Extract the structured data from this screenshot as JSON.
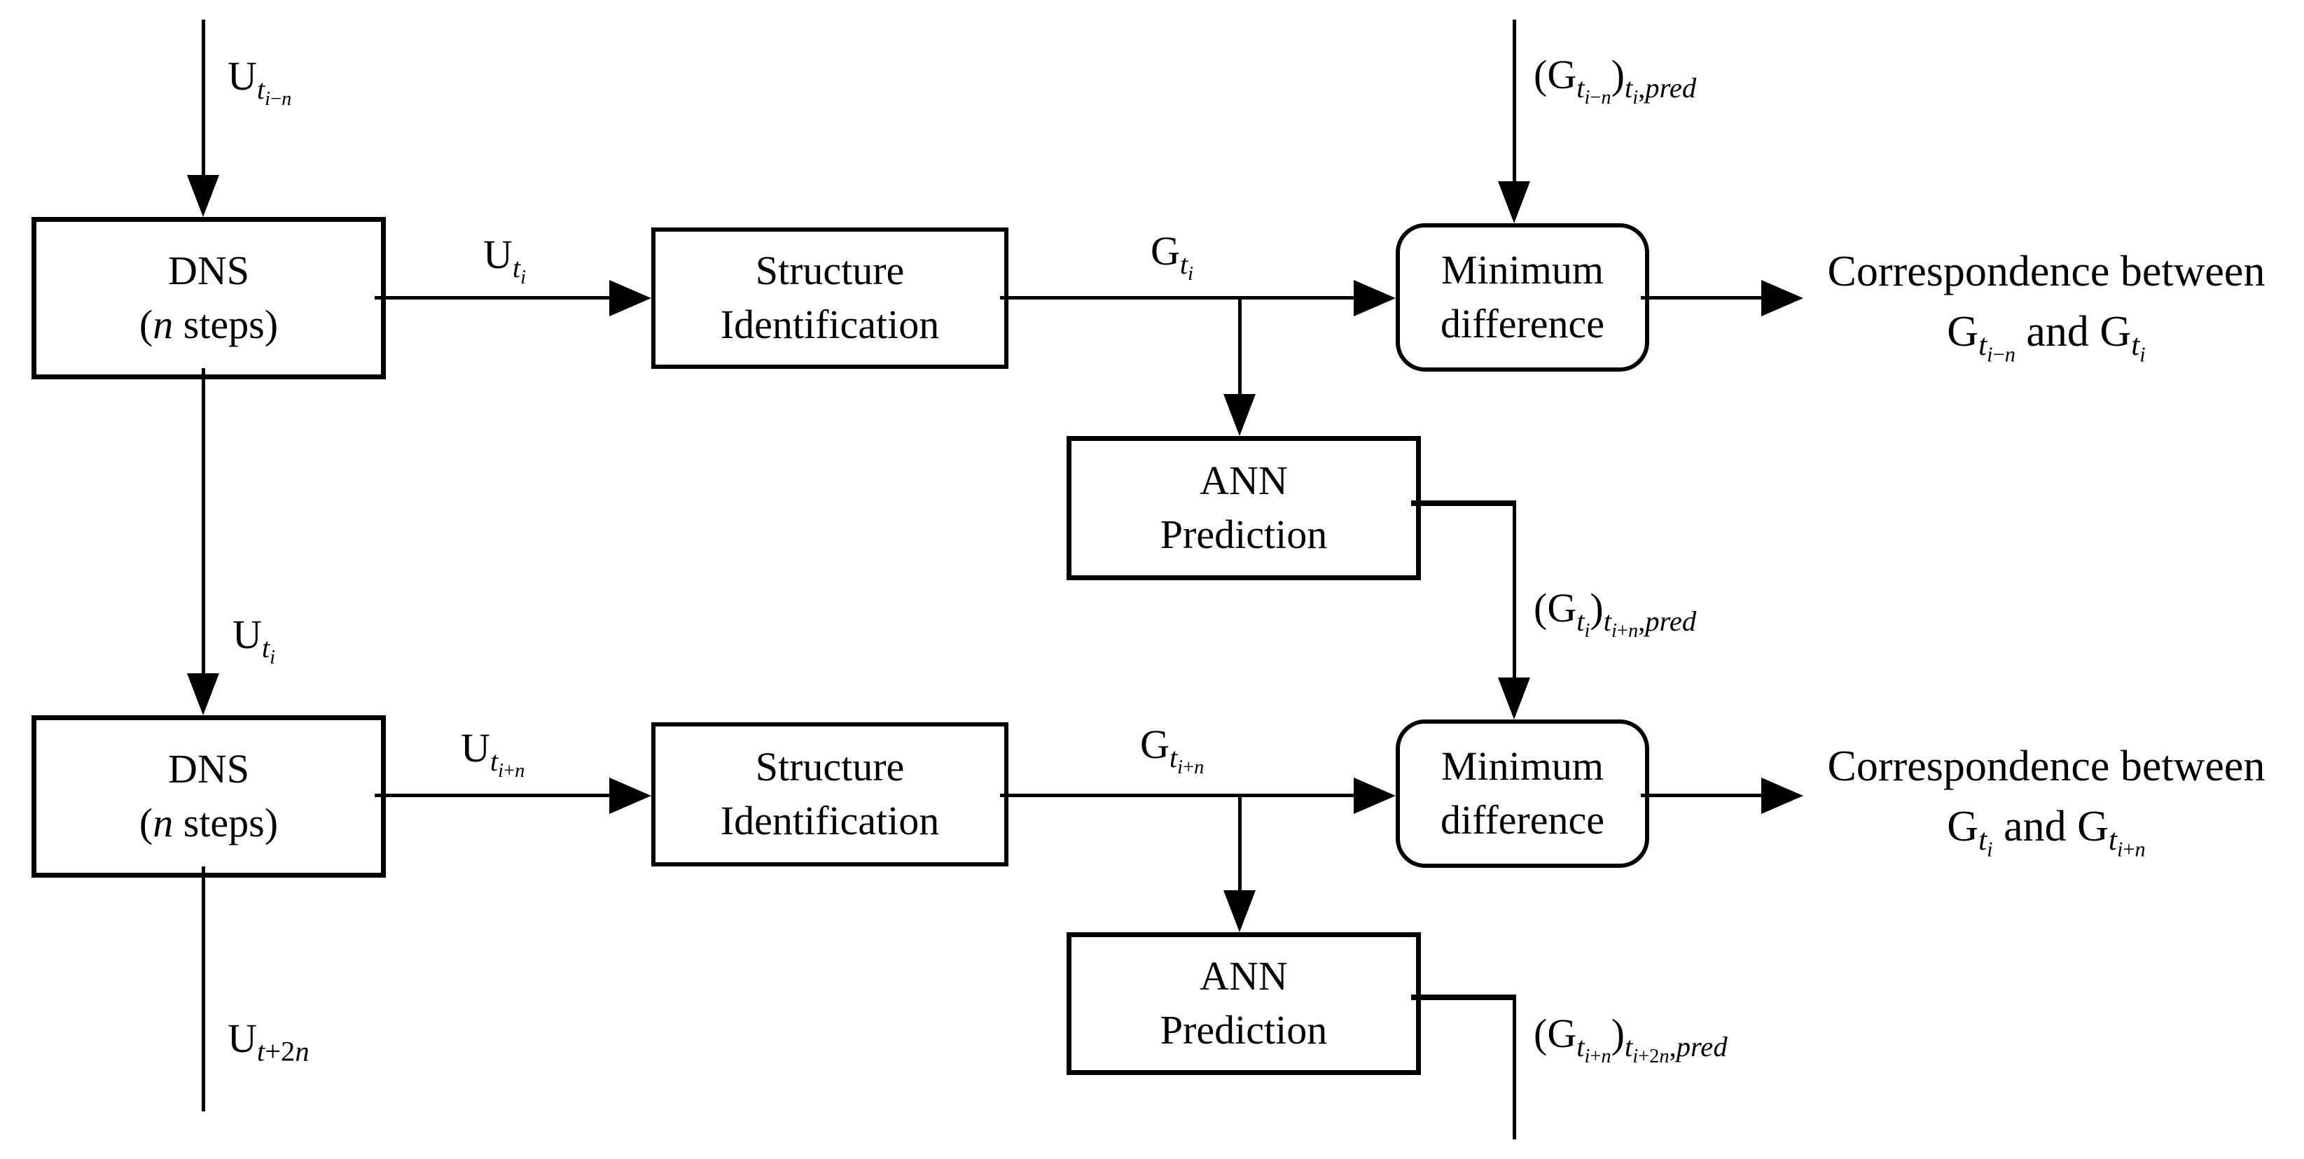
{
  "figure": {
    "background": "#ffffff",
    "ink": "#000000",
    "description": "Flow diagram: DNS runs feed Structure Identification; graphs feed Minimum difference comparisons and ANN Prediction loops"
  },
  "nodes": {
    "dns1": {
      "line1": "DNS",
      "line2_html": "(<i>n</i> steps)"
    },
    "si1": {
      "line1": "Structure",
      "line2": "Identification"
    },
    "md1": {
      "line1": "Minimum",
      "line2": "difference"
    },
    "ann1": {
      "line1": "ANN",
      "line2": "Prediction"
    },
    "dns2": {
      "line1": "DNS",
      "line2_html": "(<i>n</i> steps)"
    },
    "si2": {
      "line1": "Structure",
      "line2": "Identification"
    },
    "md2": {
      "line1": "Minimum",
      "line2": "difference"
    },
    "ann2": {
      "line1": "ANN",
      "line2": "Prediction"
    }
  },
  "edge_labels": {
    "u_ti_minus_n_html": "U<sub><i>t</i><sub><i>i</i>−<i>n</i></sub></sub>",
    "u_ti_top_html": "U<sub><i>t</i><sub><i>i</i></sub></sub>",
    "g_ti_html": "G<sub><i>t</i><sub><i>i</i></sub></sub>",
    "g_ti_minus_n_pred_html": "(G<sub><i>t</i><sub><i>i</i>−<i>n</i></sub></sub>)<sub><i>t</i><sub><i>i</i></sub>,<i>pred</i></sub>",
    "g_ti_pred_html": "(G<sub><i>t</i><sub><i>i</i></sub></sub>)<sub><i>t</i><sub><i>i</i>+<i>n</i></sub>,<i>pred</i></sub>",
    "u_ti_mid_html": "U<sub><i>t</i><sub><i>i</i></sub></sub>",
    "u_ti_plus_n_html": "U<sub><i>t</i><sub><i>i</i>+<i>n</i></sub></sub>",
    "g_ti_plus_n_html": "G<sub><i>t</i><sub><i>i</i>+<i>n</i></sub></sub>",
    "g_ti_plus_n_pred_html": "(G<sub><i>t</i><sub><i>i</i>+<i>n</i></sub></sub>)<sub><i>t</i><sub><i>i</i>+2<i>n</i></sub>,<i>pred</i></sub>",
    "u_t_plus_2n_html": "U<sub><i>t</i>+2<i>n</i></sub>"
  },
  "outputs": {
    "corr1": {
      "line1": "Correspondence between",
      "line2_html": "G<sub><i>t</i><sub><i>i</i>−<i>n</i></sub></sub> and G<sub><i>t</i><sub><i>i</i></sub></sub>"
    },
    "corr2": {
      "line1": "Correspondence between",
      "line2_html": "G<sub><i>t</i><sub><i>i</i></sub></sub> and G<sub><i>t</i><sub><i>i</i>+<i>n</i></sub></sub>"
    }
  }
}
